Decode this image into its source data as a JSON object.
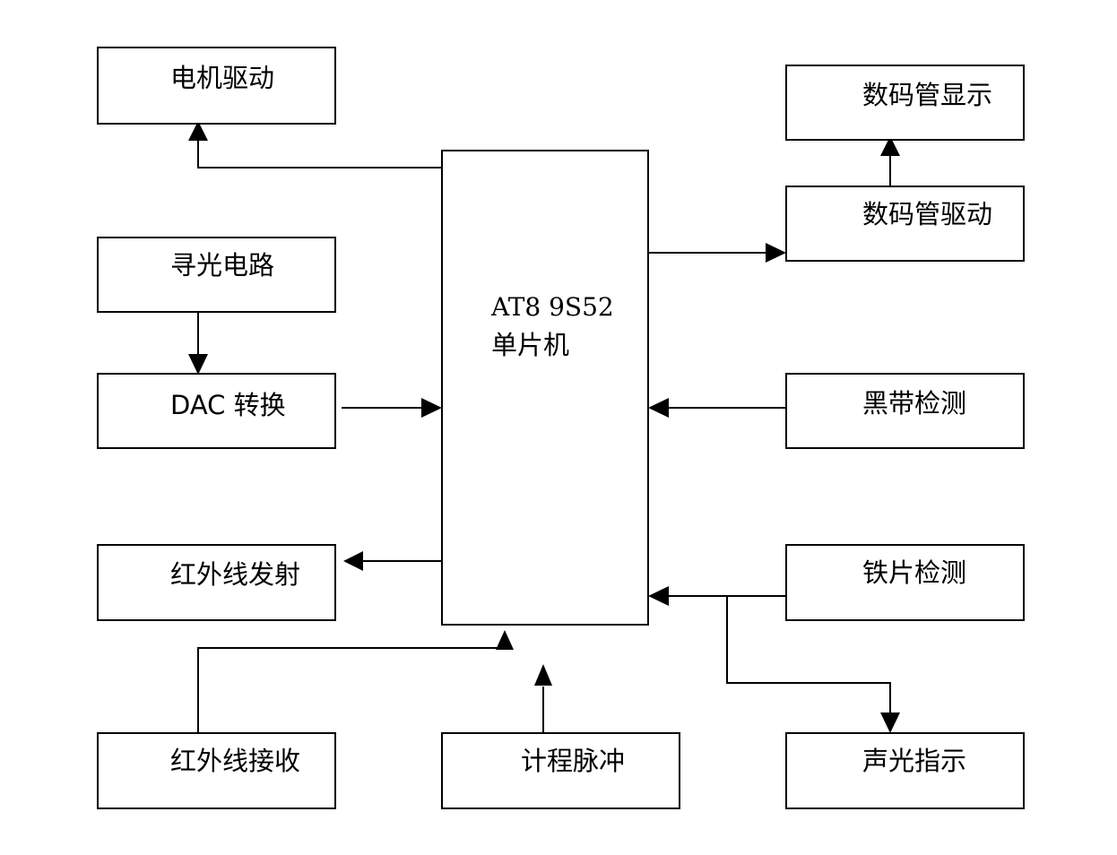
{
  "blocks": {
    "motor_drive": "电机驱动",
    "light_seek": "寻光电路",
    "dac": "DAC 转换",
    "ir_tx": "红外线发射",
    "ir_rx": "红外线接收",
    "pulse": "计程脉冲",
    "seg_display": "数码管显示",
    "seg_drive": "数码管驱动",
    "black_detect": "黑带检测",
    "iron_detect": "铁片检测",
    "indicator": "声光指示"
  },
  "mcu": {
    "line1": "AT8 9S52",
    "line2": "单片机"
  }
}
